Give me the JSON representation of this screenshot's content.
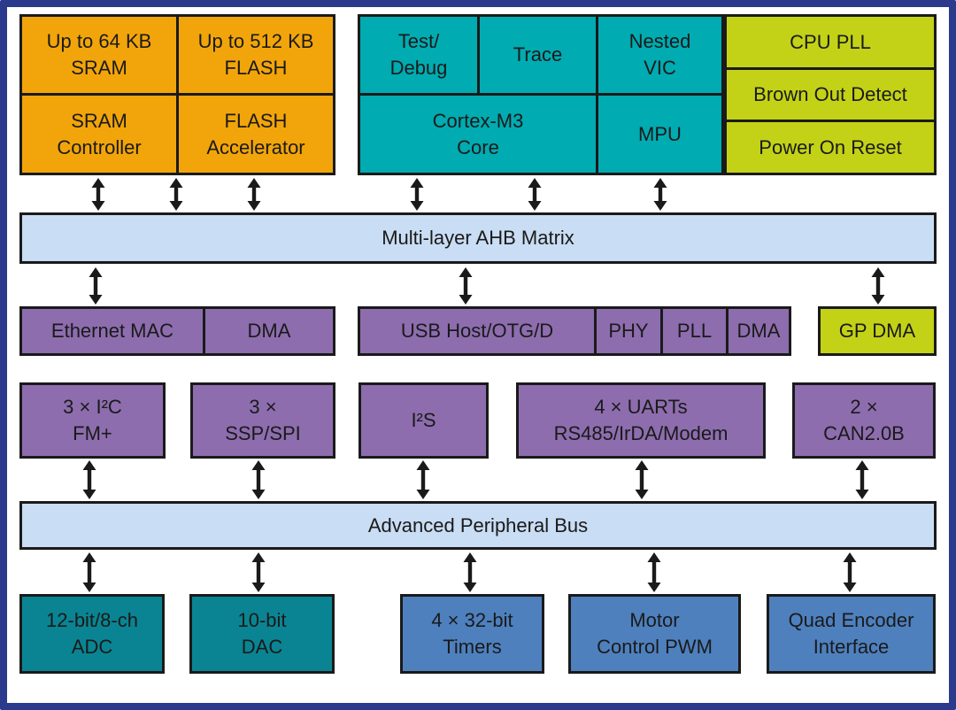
{
  "colors": {
    "frame": "#2B3A8C",
    "line": "#1A1A1A",
    "orange": "#F2A50A",
    "teal": "#00ABB1",
    "lime": "#C3D216",
    "purple": "#8D6DAE",
    "bus": "#C9DDF4",
    "dteal": "#0A8492",
    "sblue": "#4E80BE"
  },
  "memory_group": {
    "sram_size": "Up to 64 KB\nSRAM",
    "flash_size": "Up to 512 KB\nFLASH",
    "sram_ctrl": "SRAM\nController",
    "flash_accel": "FLASH\nAccelerator"
  },
  "cpu_group": {
    "test_debug": "Test/\nDebug",
    "trace": "Trace",
    "nested_vic": "Nested\nVIC",
    "core": "Cortex-M3\nCore",
    "mpu": "MPU"
  },
  "system_group": {
    "cpu_pll": "CPU PLL",
    "brown_out": "Brown Out Detect",
    "power_on": "Power On Reset"
  },
  "ahb_bus": {
    "label": "Multi-layer AHB Matrix"
  },
  "ahb_row": {
    "ethernet": "Ethernet MAC",
    "eth_dma": "DMA",
    "usb": "USB Host/OTG/D",
    "phy": "PHY",
    "pll": "PLL",
    "usb_dma": "DMA",
    "gp_dma": "GP DMA"
  },
  "peripheral_row": {
    "i2c": "3 × I²C\nFM+",
    "ssp": "3 ×\nSSP/SPI",
    "i2s": "I²S",
    "uart": "4 × UARTs\nRS485/IrDA/Modem",
    "can": "2 ×\nCAN2.0B"
  },
  "apb_bus": {
    "label": "Advanced Peripheral Bus"
  },
  "apb_row": {
    "adc": "12-bit/8-ch\nADC",
    "dac": "10-bit\nDAC",
    "timers": "4 × 32-bit\nTimers",
    "mcpwm": "Motor\nControl PWM",
    "qei": "Quad Encoder\nInterface"
  }
}
